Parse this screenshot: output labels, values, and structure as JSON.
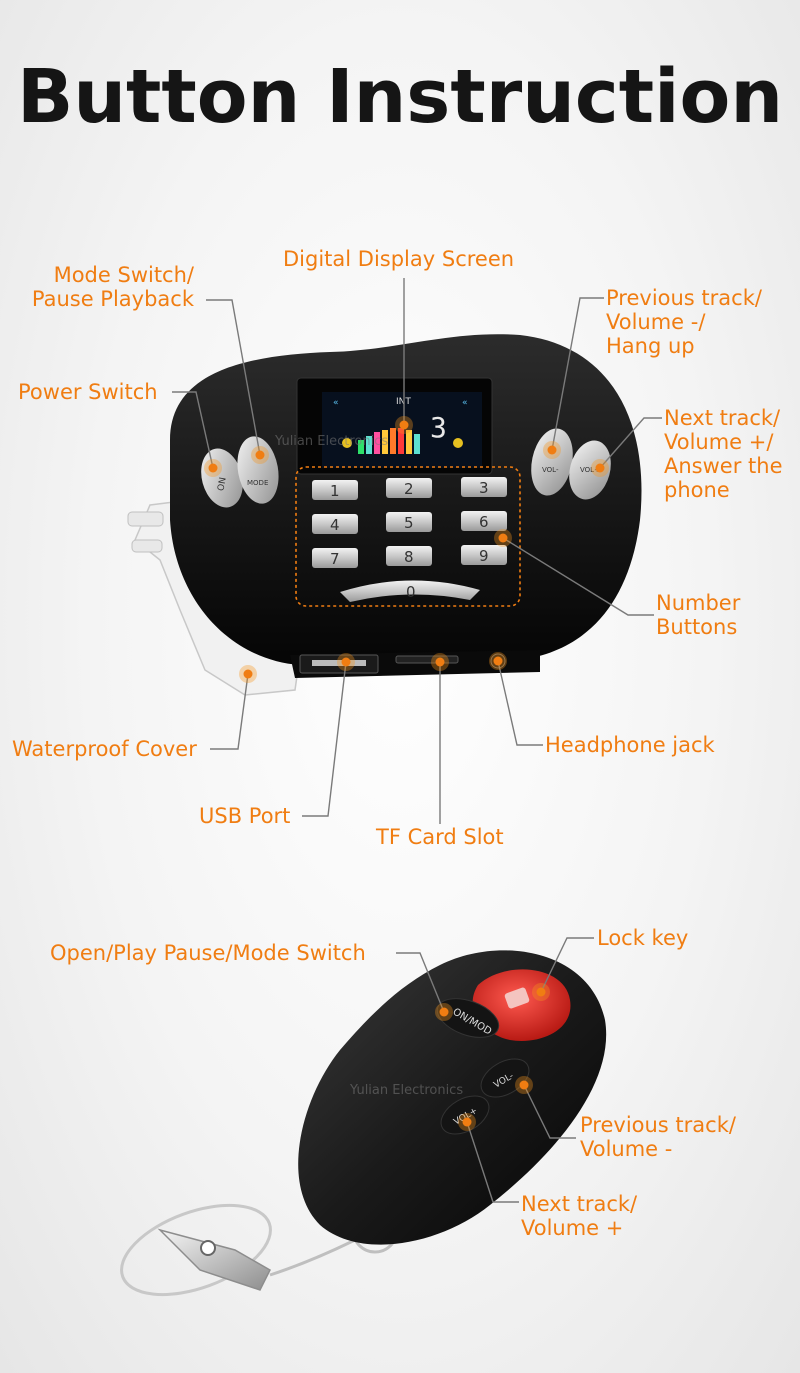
{
  "title": "Button Instruction",
  "colors": {
    "accent": "#f07d12",
    "title": "#151515",
    "leader": "#7a7a7a",
    "lock_button": "#e0302a"
  },
  "watermark": "Yulian Electronics",
  "device": {
    "screen": {
      "mode_text": "INT",
      "digit": "3"
    },
    "power_button_text": "ON",
    "mode_button_text": "MODE",
    "keys": [
      "1",
      "2",
      "3",
      "4",
      "5",
      "6",
      "7",
      "8",
      "9",
      "0"
    ],
    "vol_minus_text": "VOL-",
    "vol_plus_text": "VOL+"
  },
  "remote": {
    "play_button_text": "ON/MOD",
    "vol_minus_text": "VOL-",
    "vol_plus_text": "VOL+"
  },
  "labels": {
    "mode_switch_line1": "Mode Switch/",
    "mode_switch_line2": "Pause Playback",
    "digital_display": "Digital Display Screen",
    "previous_line1": "Previous track/",
    "previous_line2": "Volume -/",
    "previous_line3": "Hang up",
    "power_switch": "Power Switch",
    "next_line1": "Next track/",
    "next_line2": "Volume +/",
    "next_line3": "Answer the",
    "next_line4": "phone",
    "number_line1": "Number",
    "number_line2": "Buttons",
    "waterproof": "Waterproof Cover",
    "headphone": "Headphone jack",
    "usb": "USB Port",
    "tf": "TF Card Slot",
    "remote_open": "Open/Play Pause/Mode Switch",
    "remote_lock": "Lock key",
    "remote_prev_line1": "Previous track/",
    "remote_prev_line2": "Volume -",
    "remote_next_line1": "Next track/",
    "remote_next_line2": "Volume +"
  }
}
